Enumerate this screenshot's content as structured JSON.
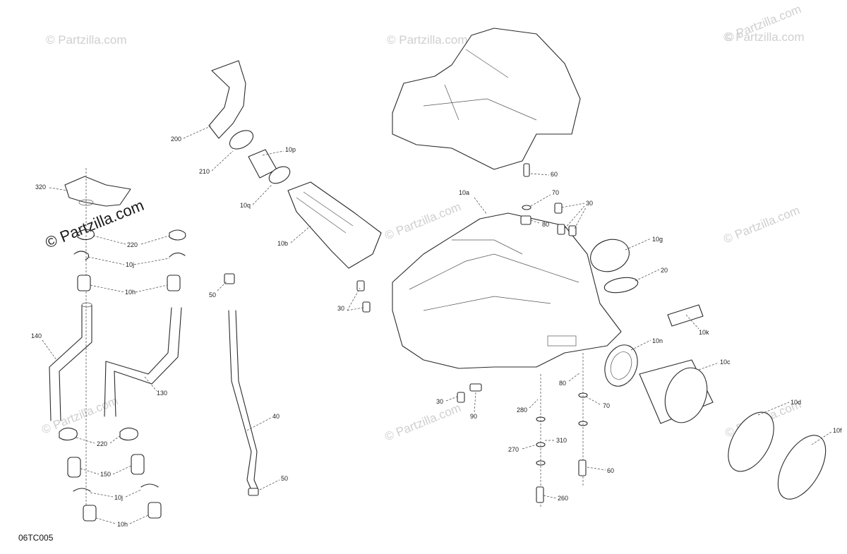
{
  "watermark": {
    "text": "© Partzilla.com",
    "logo_text": "© Partzilla.com"
  },
  "reference_code": "06TC005",
  "callouts": [
    "200",
    "210",
    "10p",
    "10q",
    "10b",
    "320",
    "220",
    "10j",
    "10h",
    "140",
    "130",
    "50",
    "40",
    "50",
    "30",
    "10a",
    "60",
    "70",
    "30",
    "80",
    "10g",
    "20",
    "10k",
    "10n",
    "10c",
    "10d",
    "10f",
    "80",
    "70",
    "30",
    "90",
    "280",
    "310",
    "270",
    "60",
    "260",
    "220",
    "150",
    "10j",
    "10h"
  ]
}
